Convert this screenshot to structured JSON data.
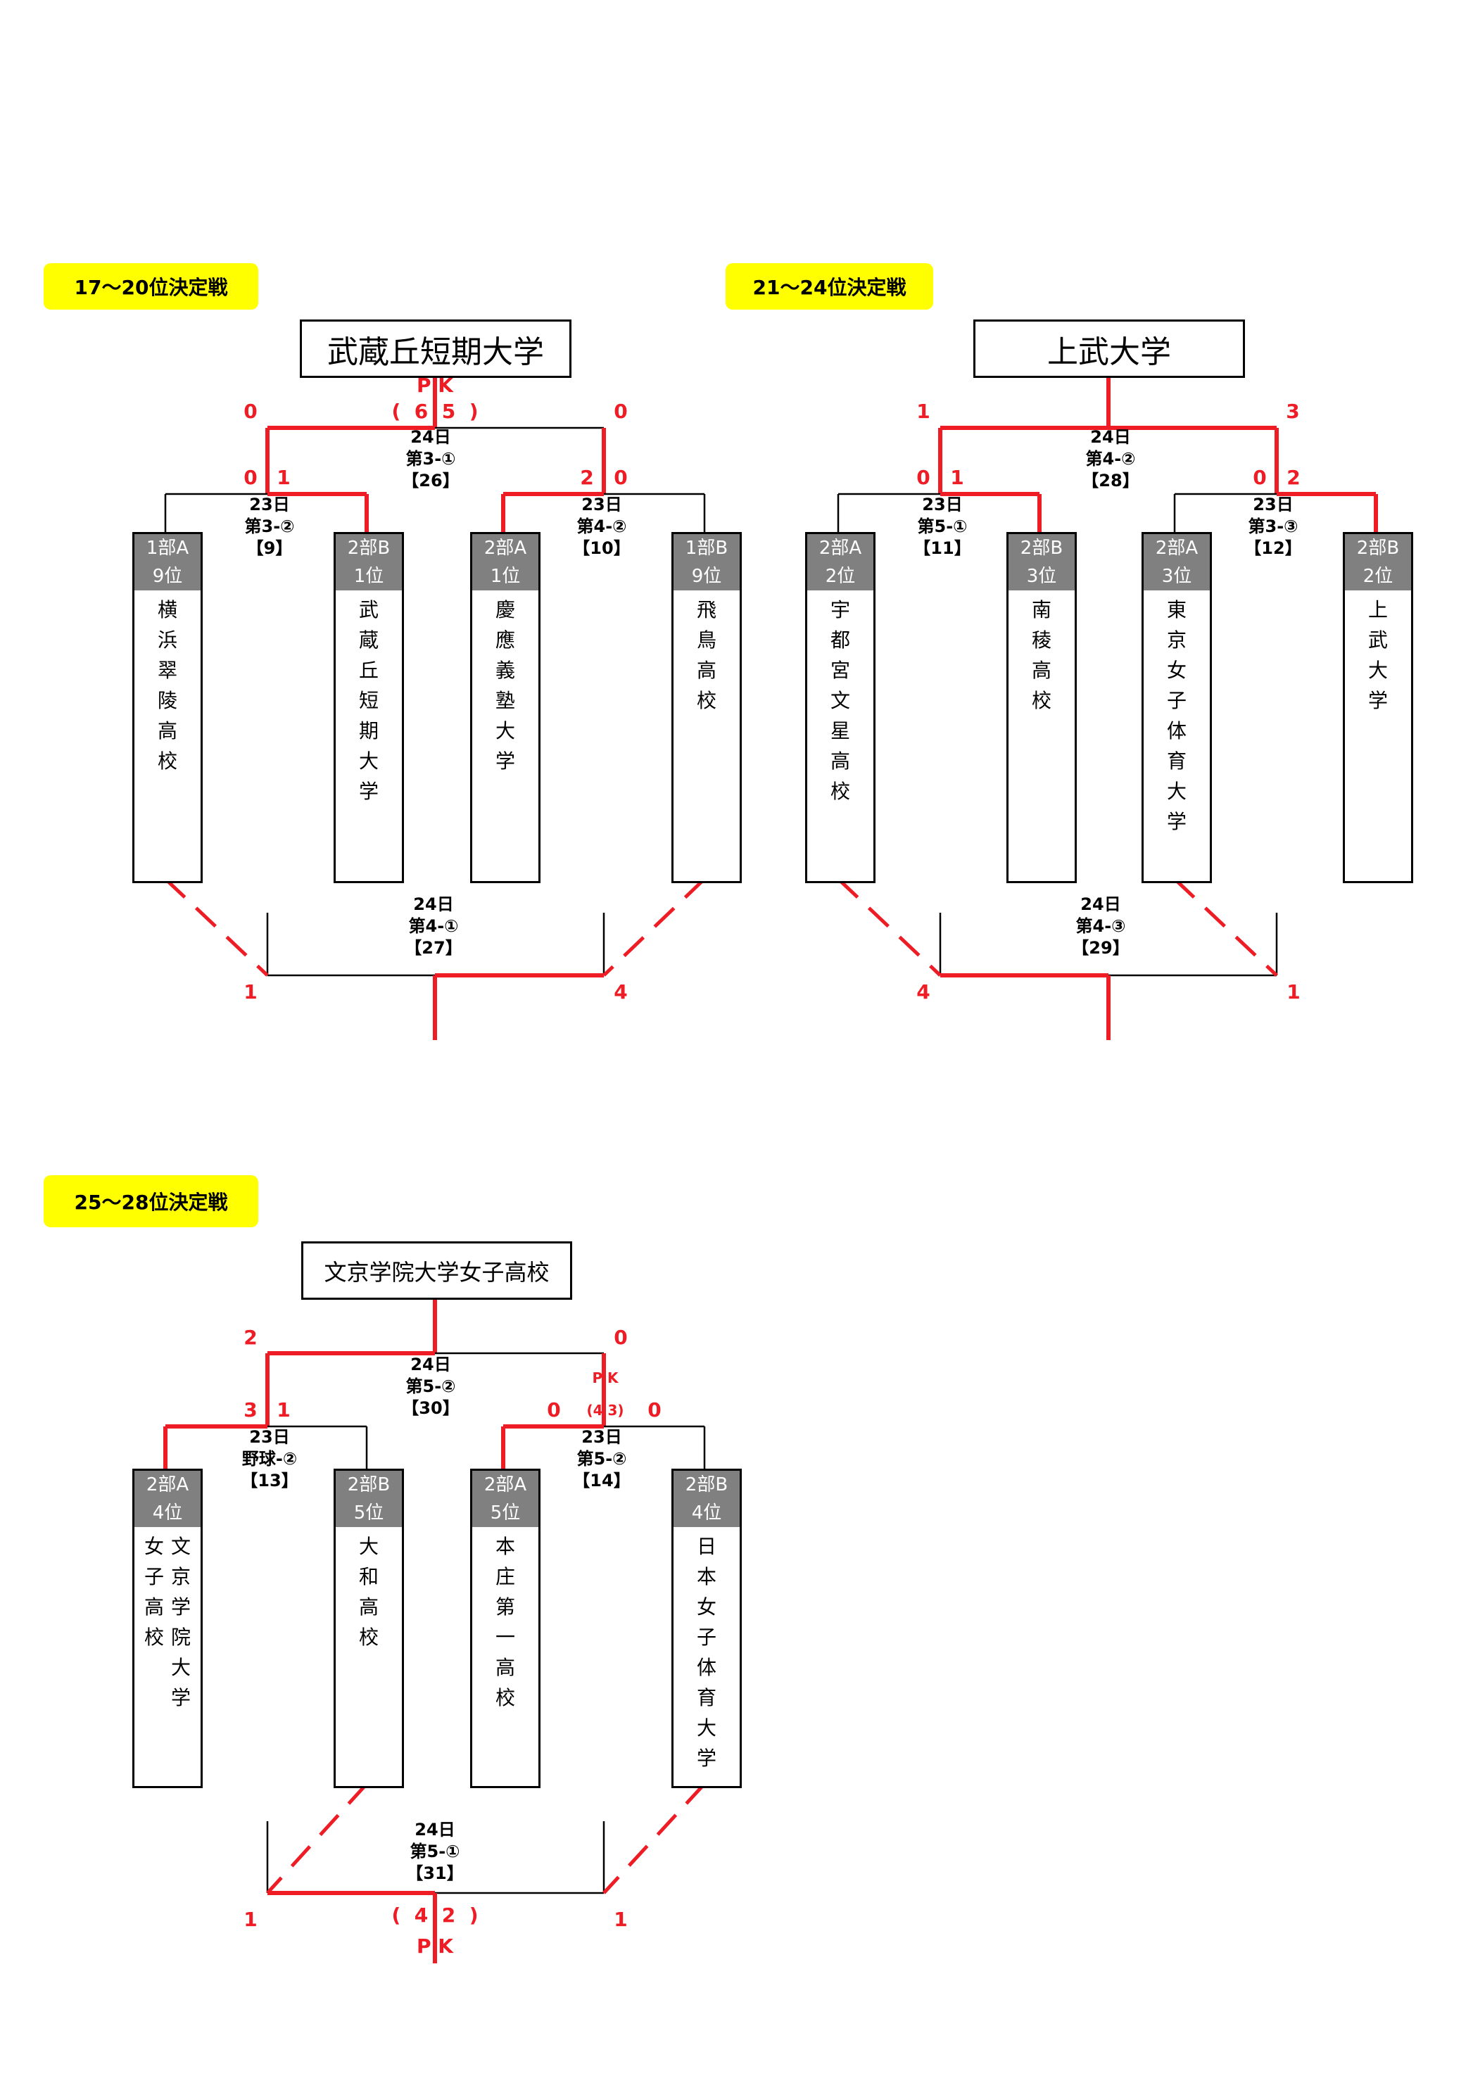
{
  "colors": {
    "win_line": "#ee1c24",
    "line": "#000000",
    "badge": "#ffff00",
    "team_header": "#808080"
  },
  "brackets": [
    {
      "title": "17～20位決定戦",
      "winner": "武蔵丘短期大学",
      "teams": [
        {
          "div": "1部A",
          "rank": "9位",
          "name": "横浜翠陵高校"
        },
        {
          "div": "2部B",
          "rank": "1位",
          "name": "武蔵丘短期大学"
        },
        {
          "div": "2部A",
          "rank": "1位",
          "name": "慶應義塾大学"
        },
        {
          "div": "1部B",
          "rank": "9位",
          "name": "飛鳥高校"
        }
      ],
      "matches": {
        "semi_left": {
          "day": "23日",
          "slot": "第3-②",
          "no": "【9】",
          "scores": [
            "0",
            "1"
          ]
        },
        "semi_right": {
          "day": "23日",
          "slot": "第4-②",
          "no": "【10】",
          "scores": [
            "2",
            "0"
          ]
        },
        "final": {
          "day": "24日",
          "slot": "第3-①",
          "no": "【26】",
          "scores": [
            "0",
            "0"
          ],
          "pk": "P K",
          "pk_score": "(  6  5  )"
        },
        "lower": {
          "day": "24日",
          "slot": "第4-①",
          "no": "【27】",
          "scores": [
            "1",
            "4"
          ]
        }
      }
    },
    {
      "title": "21～24位決定戦",
      "winner": "上武大学",
      "teams": [
        {
          "div": "2部A",
          "rank": "2位",
          "name": "宇都宮文星高校"
        },
        {
          "div": "2部B",
          "rank": "3位",
          "name": "南稜高校"
        },
        {
          "div": "2部A",
          "rank": "3位",
          "name": "東京女子体育大学"
        },
        {
          "div": "2部B",
          "rank": "2位",
          "name": "上武大学"
        }
      ],
      "matches": {
        "semi_left": {
          "day": "23日",
          "slot": "第5-①",
          "no": "【11】",
          "scores": [
            "0",
            "1"
          ]
        },
        "semi_right": {
          "day": "23日",
          "slot": "第3-③",
          "no": "【12】",
          "scores": [
            "0",
            "2"
          ]
        },
        "final": {
          "day": "24日",
          "slot": "第4-②",
          "no": "【28】",
          "scores": [
            "1",
            "3"
          ]
        },
        "lower": {
          "day": "24日",
          "slot": "第4-③",
          "no": "【29】",
          "scores": [
            "4",
            "1"
          ]
        }
      }
    },
    {
      "title": "25～28位決定戦",
      "winner": "文京学院大学女子高校",
      "teams": [
        {
          "div": "2部A",
          "rank": "4位",
          "name": "文京学院大学女子高校",
          "cols": [
            "文京学院大学",
            "女子高校"
          ]
        },
        {
          "div": "2部B",
          "rank": "5位",
          "name": "大和高校"
        },
        {
          "div": "2部A",
          "rank": "5位",
          "name": "本庄第一高校"
        },
        {
          "div": "2部B",
          "rank": "4位",
          "name": "日本女子体育大学"
        }
      ],
      "matches": {
        "semi_left": {
          "day": "23日",
          "slot": "野球-②",
          "no": "【13】",
          "scores": [
            "3",
            "1"
          ]
        },
        "semi_right": {
          "day": "23日",
          "slot": "第5-②",
          "no": "【14】",
          "scores": [
            "0",
            "0"
          ],
          "pk": "P K",
          "pk_score": "(4 3)"
        },
        "final": {
          "day": "24日",
          "slot": "第5-②",
          "no": "【30】",
          "scores": [
            "2",
            "0"
          ]
        },
        "lower": {
          "day": "24日",
          "slot": "第5-①",
          "no": "【31】",
          "scores": [
            "1",
            "1"
          ],
          "pk": "P K",
          "pk_score": "(  4  2  )"
        }
      }
    }
  ]
}
